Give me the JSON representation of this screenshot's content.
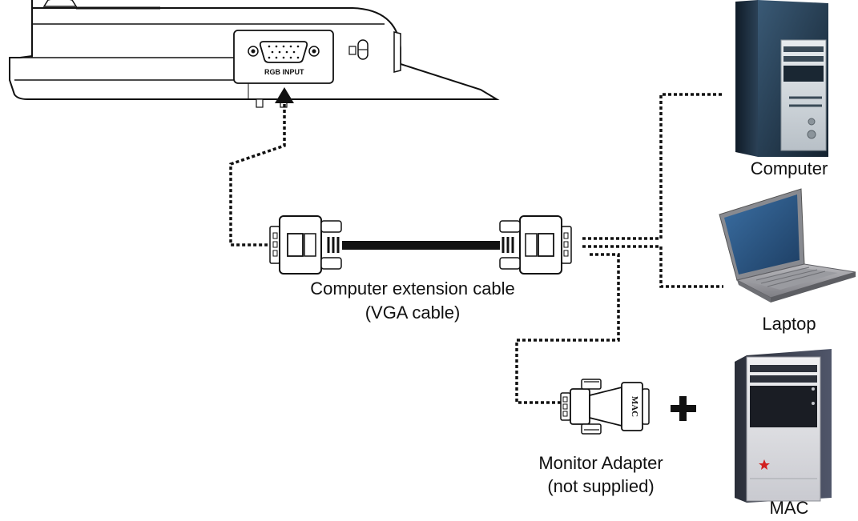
{
  "device": {
    "port_label": "RGB INPUT"
  },
  "labels": {
    "vga_cable_line1": "Computer extension cable",
    "vga_cable_line2": "(VGA cable)",
    "computer": "Computer",
    "laptop": "Laptop",
    "adapter_line1": "Monitor Adapter",
    "adapter_line2": "(not supplied)",
    "mac": "MAC",
    "adapter_marking": "MAC"
  },
  "symbols": {
    "plus": "+"
  },
  "colors": {
    "tower_dark": "#1e2f3f",
    "tower_light": "#cfd6dc",
    "laptop_screen": "#2f5f8f",
    "mac_star": "#d22020"
  }
}
